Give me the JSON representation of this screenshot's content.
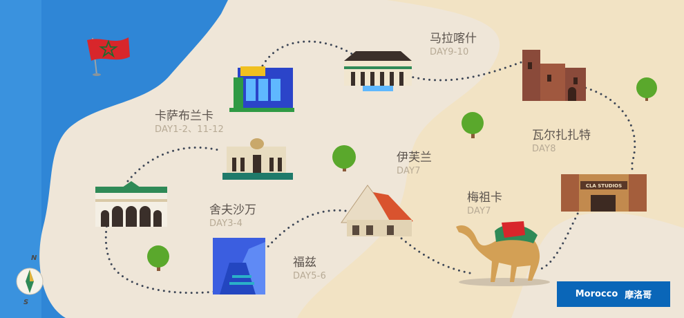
{
  "badge": {
    "en": "Morocco",
    "cn": "摩洛哥"
  },
  "compass": {
    "north": "N",
    "south": "S"
  },
  "cities": [
    {
      "name": "卡萨布兰卡",
      "days": "DAY1-2、11-12"
    },
    {
      "name": "马拉喀什",
      "days": "DAY9-10"
    },
    {
      "name": "瓦尔扎扎特",
      "days": "DAY8"
    },
    {
      "name": "伊芙兰",
      "days": "DAY7"
    },
    {
      "name": "梅祖卡",
      "days": "DAY7"
    },
    {
      "name": "舍夫沙万",
      "days": "DAY3-4"
    },
    {
      "name": "福兹",
      "days": "DAY5-6"
    }
  ],
  "studio_sign": "CLA STUDIOS",
  "colors": {
    "sea": "#2f86d6",
    "land": "#efe6d8",
    "sand": "#f2e3c4",
    "route": "#3d4656",
    "badge": "#0a66b8",
    "flag": "#d8262b"
  }
}
